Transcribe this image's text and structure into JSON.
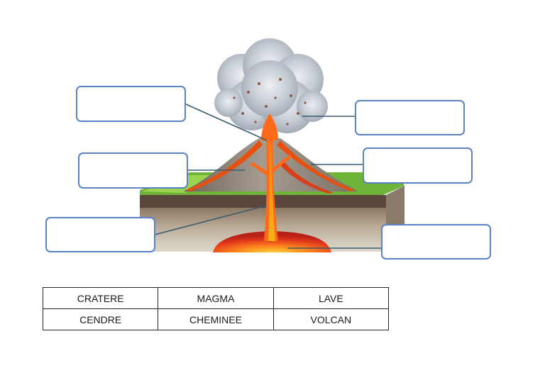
{
  "diagram": {
    "label_boxes": [
      {
        "id": "top-left",
        "value": ""
      },
      {
        "id": "middle-left",
        "value": ""
      },
      {
        "id": "bottom-left",
        "value": ""
      },
      {
        "id": "top-right",
        "value": ""
      },
      {
        "id": "middle-right",
        "value": ""
      },
      {
        "id": "bottom-right",
        "value": ""
      }
    ]
  },
  "word_bank": {
    "rows": [
      [
        "CRATERE",
        "MAGMA",
        "LAVE"
      ],
      [
        "CENDRE",
        "CHEMINEE",
        "VOLCAN"
      ]
    ]
  },
  "colors": {
    "box_border": "#5b82c4",
    "leader_line": "#3a5a6e",
    "lava": "#e8500f",
    "magma": "#d8261a",
    "grass": "#6fb43a",
    "ash_cloud": "#c9cfd6"
  }
}
